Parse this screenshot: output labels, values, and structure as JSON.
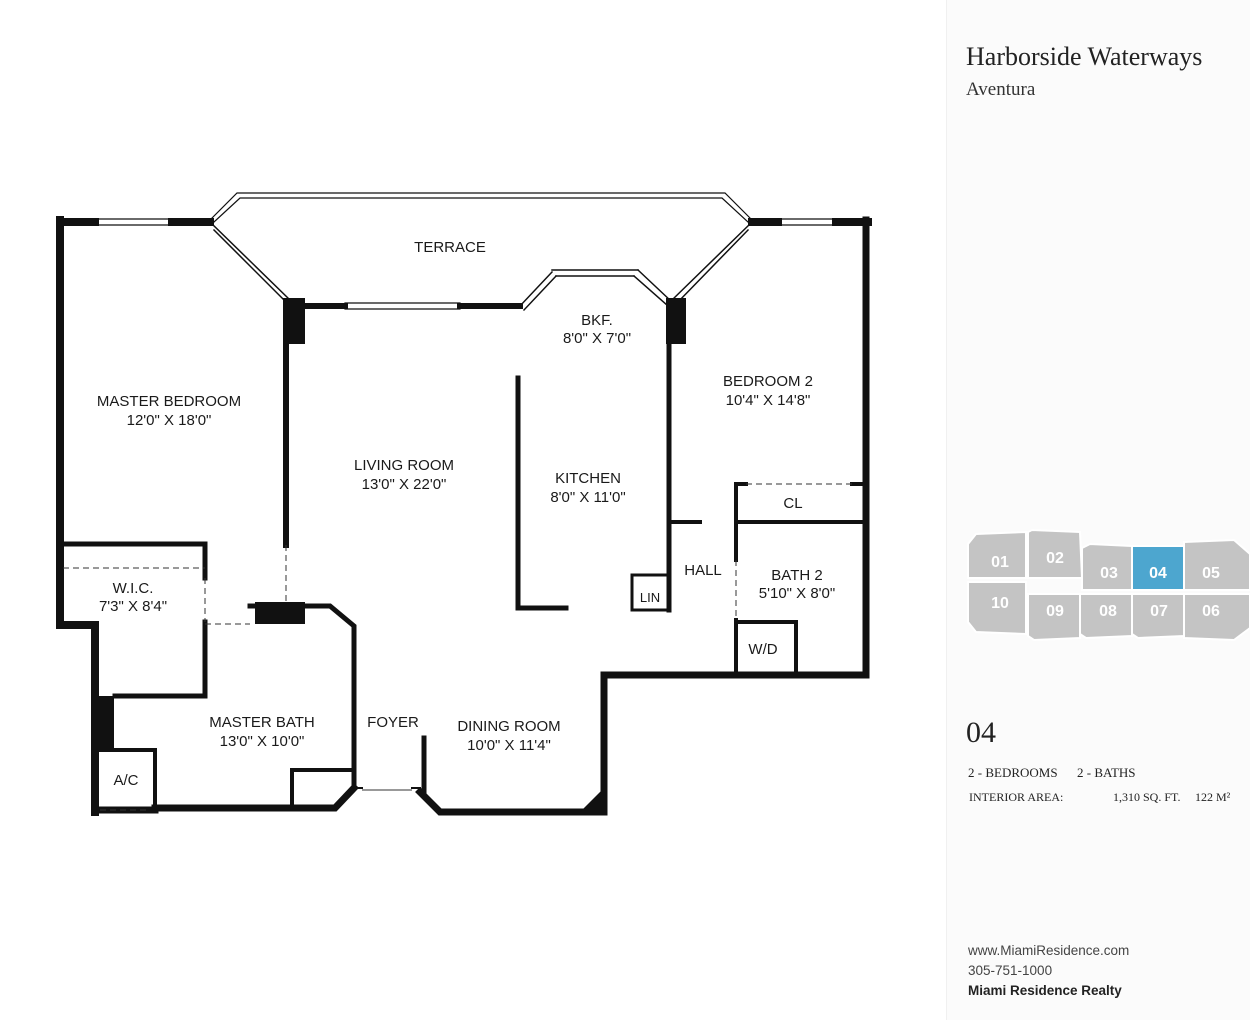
{
  "header": {
    "title": "Harborside Waterways",
    "subtitle": "Aventura"
  },
  "rooms": {
    "terrace": {
      "name": "TERRACE"
    },
    "master_bedroom": {
      "name": "MASTER BEDROOM",
      "dims": "12'0\" X 18'0\""
    },
    "wic": {
      "name": "W.I.C.",
      "dims": "7'3\" X 8'4\""
    },
    "living_room": {
      "name": "LIVING ROOM",
      "dims": "13'0\" X 22'0\""
    },
    "bkf": {
      "name": "BKF.",
      "dims": "8'0\" X 7'0\""
    },
    "kitchen": {
      "name": "KITCHEN",
      "dims": "8'0\" X 11'0\""
    },
    "bedroom2": {
      "name": "BEDROOM 2",
      "dims": "10'4\" X 14'8\""
    },
    "cl": {
      "name": "CL"
    },
    "hall": {
      "name": "HALL"
    },
    "lin": {
      "name": "LIN"
    },
    "bath2": {
      "name": "BATH 2",
      "dims": "5'10\" X 8'0\""
    },
    "wd": {
      "name": "W/D"
    },
    "master_bath": {
      "name": "MASTER BATH",
      "dims": "13'0\" X 10'0\""
    },
    "foyer": {
      "name": "FOYER"
    },
    "dining_room": {
      "name": "DINING ROOM",
      "dims": "10'0\" X 11'4\""
    },
    "ac": {
      "name": "A/C"
    }
  },
  "keyplan": {
    "units_top": [
      "01",
      "02",
      "03",
      "04",
      "05"
    ],
    "units_bottom": [
      "10",
      "09",
      "08",
      "07",
      "06"
    ],
    "highlighted": "04",
    "highlight_color": "#4da6cf",
    "unit_color": "#c4c4c4"
  },
  "unit": {
    "number": "04",
    "bedrooms": "2 - BEDROOMS",
    "baths": "2 - BATHS",
    "interior_label": "INTERIOR AREA:",
    "sqft": "1,310 SQ. FT.",
    "sqm": "122 M²"
  },
  "footer": {
    "website": "www.MiamiResidence.com",
    "phone": "305-751-1000",
    "company": "Miami Residence Realty"
  }
}
